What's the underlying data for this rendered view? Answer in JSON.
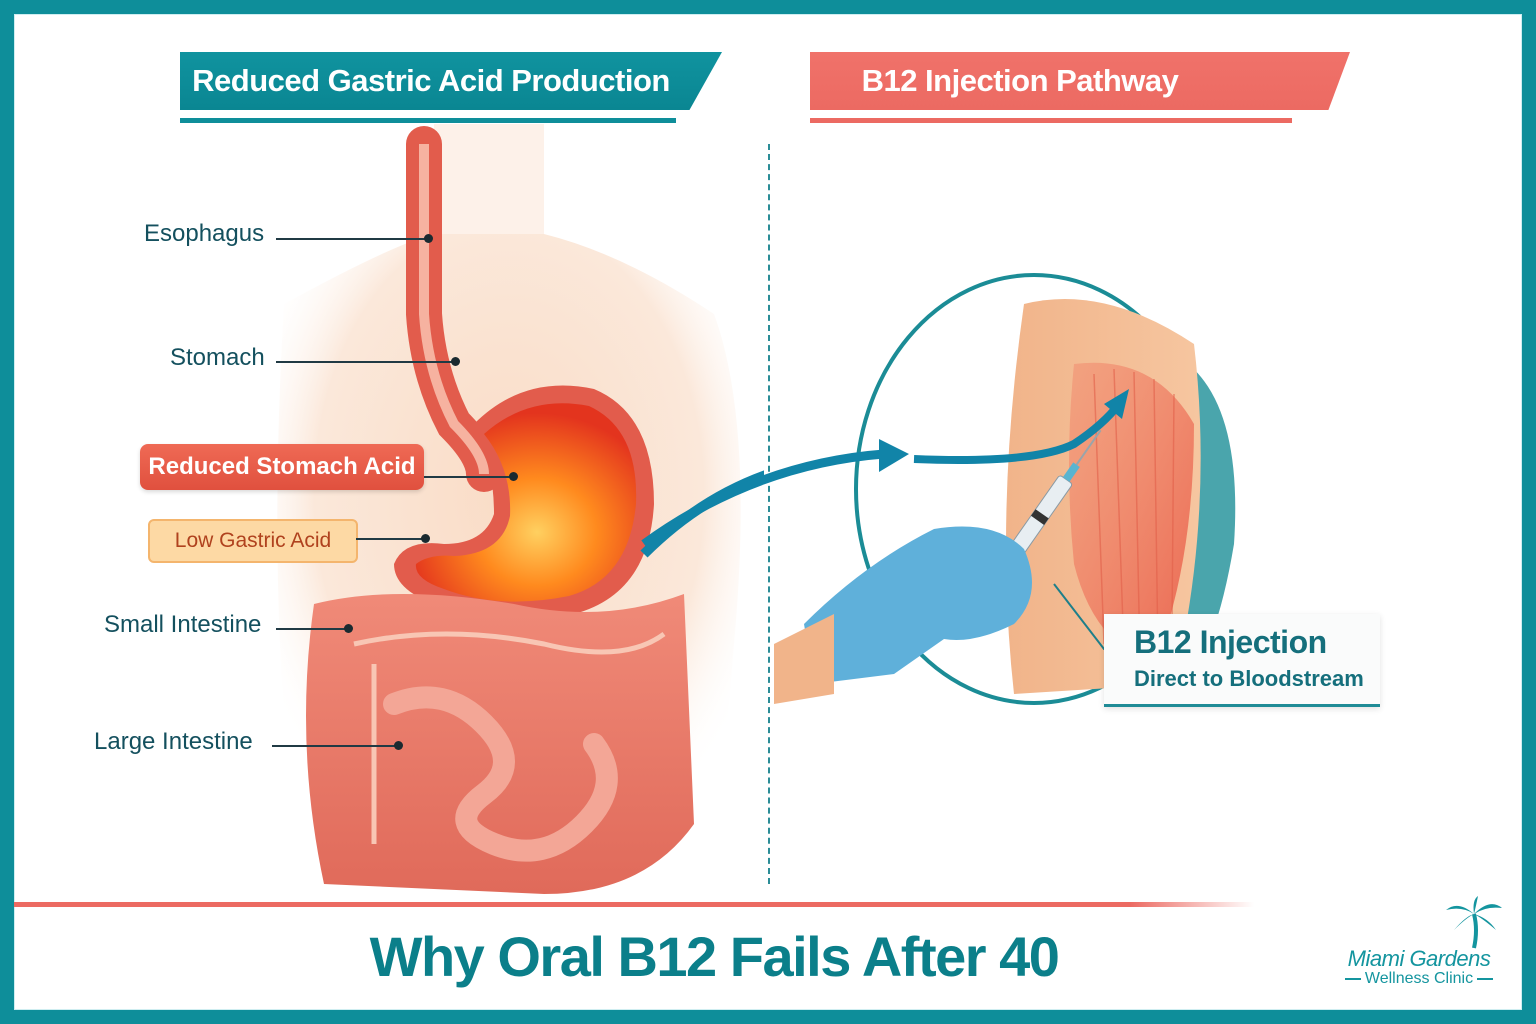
{
  "headers": {
    "left": "Reduced Gastric Acid Production",
    "right": "B12 Injection Pathway"
  },
  "anatomy_labels": {
    "esophagus": "Esophagus",
    "stomach": "Stomach",
    "reduced_stomach_acid": "Reduced Stomach Acid",
    "low_gastric_acid": "Low Gastric Acid",
    "small_intestine": "Small Intestine",
    "large_intestine": "Large Intestine"
  },
  "injection_callout": {
    "title": "B12 Injection",
    "subtitle": "Direct to Bloodstream"
  },
  "footer": {
    "title": "Why Oral B12 Fails After 40"
  },
  "logo": {
    "name": "Miami Gardens",
    "subtitle": "Wellness Clinic",
    "icon": "palm-tree-icon"
  },
  "colors": {
    "teal": "#0e8e9a",
    "coral": "#ec6a62",
    "label_text": "#14505e",
    "tag_red": "#e0503e",
    "tag_orange_bg": "#fdd9a4"
  }
}
